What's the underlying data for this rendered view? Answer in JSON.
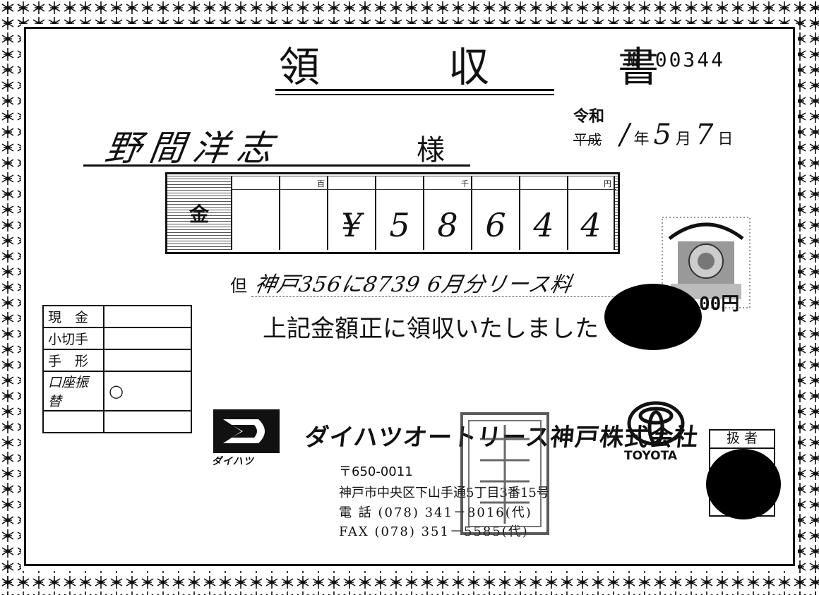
{
  "receipt": {
    "title": "領　収　書",
    "number": "№ 00344",
    "payee": {
      "name": "野間洋志",
      "suffix": "様"
    },
    "date": {
      "era_new": "令和",
      "era_old": "平成",
      "year": "/",
      "year_unit": "年",
      "month": "5",
      "month_unit": "月",
      "day": "7",
      "day_unit": "日"
    },
    "amount": {
      "label": "金",
      "units": {
        "hundred": "百",
        "thousand": "千",
        "yen": "円"
      },
      "digits": [
        "",
        "",
        "¥",
        "5",
        "8",
        "6",
        "4",
        "4"
      ]
    },
    "note": {
      "label": "但",
      "text": "神戸356に8739 6月分リース料"
    },
    "received_message": "上記金額正に領収いたしました",
    "stamp": {
      "value": "00円"
    },
    "payment_methods": [
      {
        "label": "現　金",
        "value": ""
      },
      {
        "label": "小切手",
        "value": ""
      },
      {
        "label": "手　形",
        "value": ""
      },
      {
        "label": "口座振替",
        "value": "○"
      },
      {
        "label": "",
        "value": ""
      }
    ],
    "company": {
      "brand_small": "ダイハツ",
      "name": "ダイハツオートリース神戸株式会社",
      "postal": "〒650-0011",
      "address": "神戸市中央区下山手通5丁目3番15号",
      "phone": "電 話 (078) 341－8016(代)",
      "fax": "FAX (078) 351－5585(代)"
    },
    "toyota": "TOYOTA",
    "handler_label": "扱 者"
  }
}
